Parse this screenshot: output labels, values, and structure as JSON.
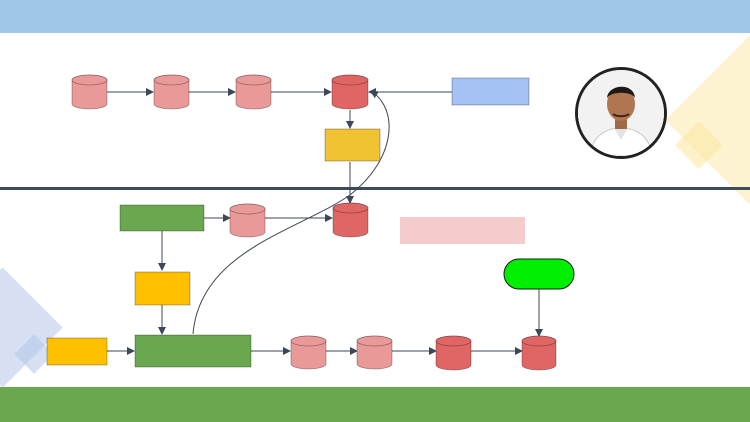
{
  "colors": {
    "top_band": "#9fc5e8",
    "bottom_band": "#6aa84f",
    "divider": "#3d4b5c",
    "cylinder_light": "#ea9999",
    "cylinder_dark": "#e06666",
    "green_box": "#6aa84f",
    "yellow_box": "#f1c232",
    "orange_box": "#ffc000",
    "blue_box": "#a4c2f4",
    "pink_box": "#f4cccc",
    "bright_green_terminal": "#00ee00",
    "connector": "#3c4757",
    "deco_blue": "#b4c7e7",
    "deco_yellow": "#fce7a3"
  },
  "diagram": {
    "nodes": [
      {
        "name": "top-cylinder-1",
        "shape": "cylinder",
        "fill": "cylinder_light"
      },
      {
        "name": "top-cylinder-2",
        "shape": "cylinder",
        "fill": "cylinder_light"
      },
      {
        "name": "top-cylinder-3",
        "shape": "cylinder",
        "fill": "cylinder_light"
      },
      {
        "name": "top-cylinder-4",
        "shape": "cylinder",
        "fill": "cylinder_dark"
      },
      {
        "name": "blue-box",
        "shape": "rect",
        "fill": "blue_box"
      },
      {
        "name": "yellow-box-top",
        "shape": "rect",
        "fill": "yellow_box"
      },
      {
        "name": "green-box-middle",
        "shape": "rect",
        "fill": "green_box"
      },
      {
        "name": "mid-cylinder-1",
        "shape": "cylinder",
        "fill": "cylinder_light"
      },
      {
        "name": "mid-cylinder-2",
        "shape": "cylinder",
        "fill": "cylinder_dark"
      },
      {
        "name": "pink-box",
        "shape": "rect",
        "fill": "pink_box"
      },
      {
        "name": "orange-box-middle",
        "shape": "rect",
        "fill": "orange_box"
      },
      {
        "name": "orange-box-left",
        "shape": "rect",
        "fill": "orange_box"
      },
      {
        "name": "green-box-large",
        "shape": "rect",
        "fill": "green_box"
      },
      {
        "name": "bottom-cylinder-1",
        "shape": "cylinder",
        "fill": "cylinder_light"
      },
      {
        "name": "bottom-cylinder-2",
        "shape": "cylinder",
        "fill": "cylinder_light"
      },
      {
        "name": "bottom-cylinder-3",
        "shape": "cylinder",
        "fill": "cylinder_dark"
      },
      {
        "name": "bottom-cylinder-4",
        "shape": "cylinder",
        "fill": "cylinder_dark"
      },
      {
        "name": "green-terminal",
        "shape": "terminal",
        "fill": "bright_green_terminal"
      }
    ]
  },
  "profile": {
    "avatar_icon": "person-photo-icon"
  }
}
